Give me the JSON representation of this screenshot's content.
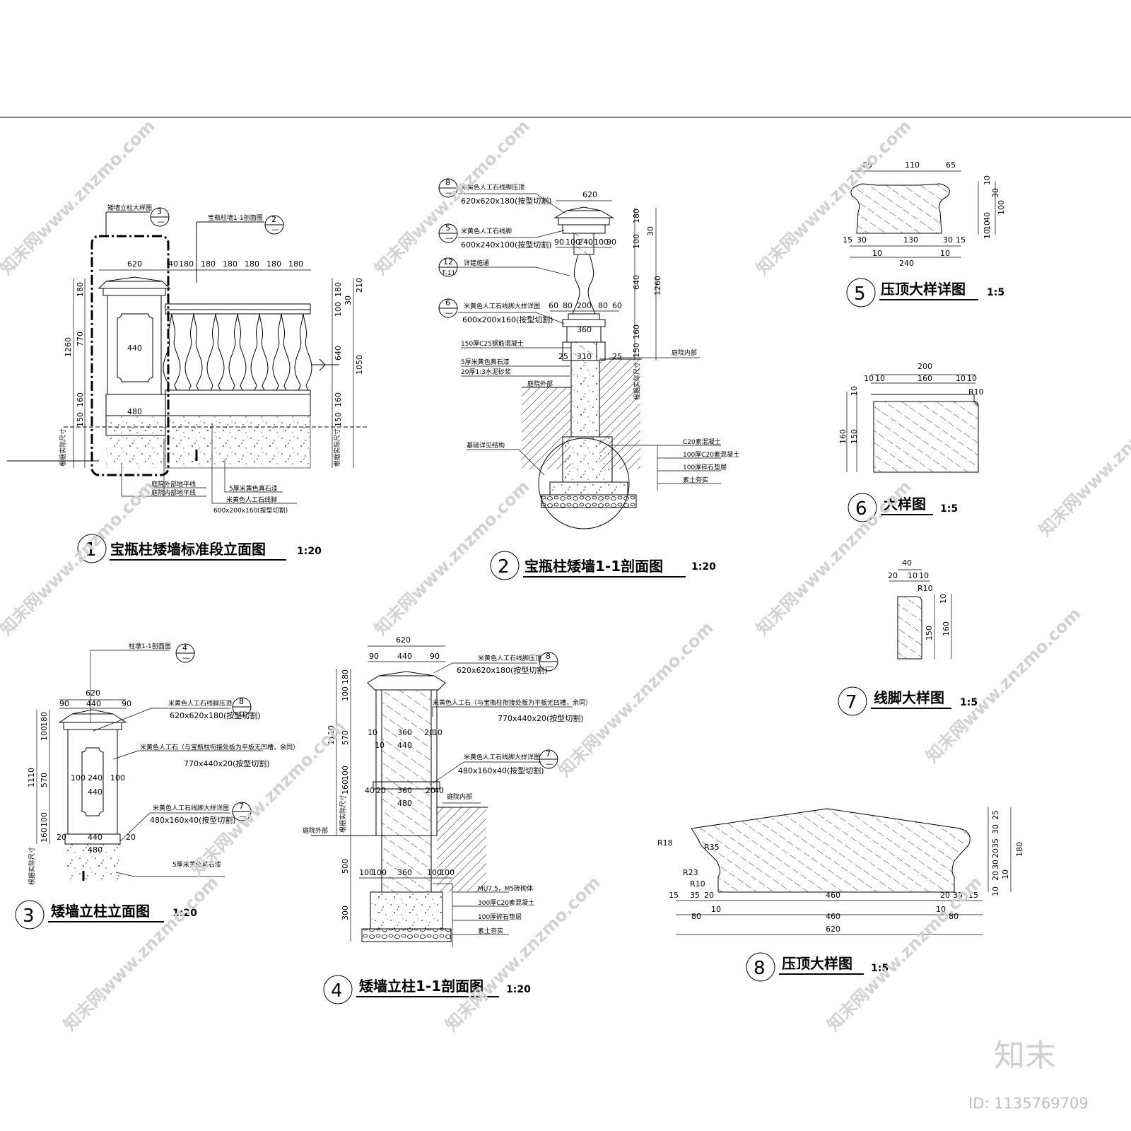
{
  "watermark": {
    "site": "知末网www.znzmo.com",
    "brand": "知末",
    "id_text": "ID: 1135769709"
  },
  "d1": {
    "num": "1",
    "title": "宝瓶柱矮墙标准段立面图",
    "scale": "1:20",
    "ref_a": {
      "text": "矮墙立柱大样图",
      "num": "3",
      "sub": "—"
    },
    "ref_b": {
      "text": "宝瓶柱墙1-1剖面图",
      "num": "2",
      "sub": "—"
    },
    "dims_top": [
      "620",
      "40",
      "180",
      "180",
      "180",
      "180",
      "180",
      "180"
    ],
    "dims_left": [
      "180",
      "770",
      "1260",
      "160",
      "150"
    ],
    "dims_right": [
      "180",
      "30",
      "210",
      "100",
      "640",
      "1050",
      "160",
      "150"
    ],
    "inner": [
      "440",
      "480"
    ],
    "side_left": "根据实际尺寸",
    "side_right": "根据实际尺寸",
    "notes": [
      "庭院外部地平线",
      "庭院内部地平线",
      "5厚米黄色真石漆",
      "米黄色人工石线脚",
      "600x200x160(按型切割)"
    ]
  },
  "d2": {
    "num": "2",
    "title": "宝瓶柱矮墙1-1剖面图",
    "scale": "1:20",
    "callouts": [
      {
        "num": "8",
        "sub": "—",
        "line1": "米黄色人工石线脚压顶",
        "line2": "620x620x180(按型切割)"
      },
      {
        "num": "5",
        "sub": "—",
        "line1": "米黄色人工石线脚",
        "line2": "600x240x100(按型切割)"
      },
      {
        "num": "12",
        "sub": "T-11",
        "line1": "详建施通",
        "line2": ""
      },
      {
        "num": "6",
        "sub": "—",
        "line1": "米黄色人工石线脚大样详图",
        "line2": "600x200x160(按型切割)"
      }
    ],
    "layers_left": [
      "150厚C25钢筋混凝土",
      "5厚米黄色真石漆",
      "20厚1:3水泥砂浆"
    ],
    "labels": [
      "庭院外部",
      "庭院内部",
      "基础详见结构"
    ],
    "layers_right": [
      "C20素混凝土",
      "100厚C20素混凝土",
      "100厚碎石垫层",
      "素土夯实"
    ],
    "dims_top": [
      "620",
      "90",
      "100",
      "240",
      "100",
      "90"
    ],
    "dims_mid": [
      "60",
      "80",
      "200",
      "80",
      "60"
    ],
    "dims_base": [
      "360",
      "25",
      "310",
      "25"
    ],
    "dims_right": [
      "180",
      "30",
      "100",
      "640",
      "1260",
      "160",
      "150"
    ],
    "side": "根据实际尺寸"
  },
  "d3": {
    "num": "3",
    "title": "矮墙立柱立面图",
    "scale": "1:20",
    "ref": {
      "text": "柱墩1-1剖面图",
      "num": "4",
      "sub": "—"
    },
    "callouts": [
      {
        "num": "8",
        "sub": "—",
        "line1": "米黄色人工石线脚压顶",
        "line2": "620x620x180(按型切割)"
      },
      {
        "num": "",
        "sub": "",
        "line1": "米黄色人工石（与宝瓶柱衔接处板为平板无凹槽，余同）",
        "line2": "770x440x20(按型切割)"
      },
      {
        "num": "7",
        "sub": "—",
        "line1": "米黄色人工石线脚大样详图",
        "line2": "480x160x40(按型切割)"
      }
    ],
    "note_bottom": "5厚米黄色真石漆",
    "dims": [
      "620",
      "90",
      "440",
      "90",
      "100",
      "240",
      "100",
      "440",
      "20",
      "440",
      "20",
      "480"
    ],
    "dims_left": [
      "180",
      "100",
      "570",
      "1110",
      "100",
      "160"
    ],
    "side": "根据实际尺寸"
  },
  "d4": {
    "num": "4",
    "title": "矮墙立柱1-1剖面图",
    "scale": "1:20",
    "callouts": [
      {
        "num": "8",
        "sub": "—",
        "line1": "米黄色人工石线脚压顶",
        "line2": "620x620x180(按型切割)"
      },
      {
        "num": "",
        "sub": "",
        "line1": "米黄色人工石（与宝瓶柱衔接处板为平板无凹槽，余同）",
        "line2": "770x440x20(按型切割)"
      },
      {
        "num": "7",
        "sub": "—",
        "line1": "米黄色人工石线脚大样详图",
        "line2": "480x160x40(按型切割)"
      }
    ],
    "labels": [
      "庭院内部",
      "庭院外部"
    ],
    "layers": [
      "MU7.5，M5砖砌体",
      "300厚C20素混凝土",
      "100厚碎石垫层",
      "素土夯实"
    ],
    "dims_top": [
      "620",
      "90",
      "440",
      "90"
    ],
    "dims_a": [
      "10",
      "10",
      "360",
      "20",
      "10",
      "440"
    ],
    "dims_b": [
      "40",
      "20",
      "360",
      "20",
      "40",
      "480"
    ],
    "dims_c": [
      "100",
      "100",
      "360",
      "100",
      "100"
    ],
    "dims_left": [
      "180",
      "100",
      "570",
      "1110",
      "100",
      "160",
      "500",
      "300"
    ],
    "side": "根据实际尺寸"
  },
  "d5": {
    "num": "5",
    "title": "压顶大样详图",
    "scale": "1:5",
    "dims_top": [
      "65",
      "110",
      "65"
    ],
    "dims_bot": [
      "15",
      "30",
      "130",
      "30",
      "15",
      "10",
      "10",
      "240"
    ],
    "dims_right": [
      "10",
      "30",
      "40",
      "10",
      "10",
      "100"
    ]
  },
  "d6": {
    "num": "6",
    "title": "大样图",
    "scale": "1:5",
    "dims_top": [
      "200",
      "10",
      "10",
      "160",
      "10",
      "10"
    ],
    "dims_left": [
      "10",
      "160",
      "150"
    ],
    "radius": "R10"
  },
  "d7": {
    "num": "7",
    "title": "线脚大样图",
    "scale": "1:5",
    "dims_top": [
      "40",
      "20",
      "10",
      "10"
    ],
    "radius": "R10",
    "dims_right": [
      "10",
      "150",
      "160"
    ]
  },
  "d8": {
    "num": "8",
    "title": "压顶大样图",
    "scale": "1:5",
    "radii": [
      "R18",
      "R35",
      "R23",
      "R10"
    ],
    "dims_bot1": [
      "15",
      "35",
      "20",
      "460",
      "20",
      "35",
      "15"
    ],
    "dims_bot2": [
      "80",
      "10",
      "460",
      "10",
      "80"
    ],
    "dims_total": "620",
    "dims_right": [
      "25",
      "30",
      "35",
      "20",
      "30",
      "20",
      "10",
      "10",
      "180"
    ]
  }
}
